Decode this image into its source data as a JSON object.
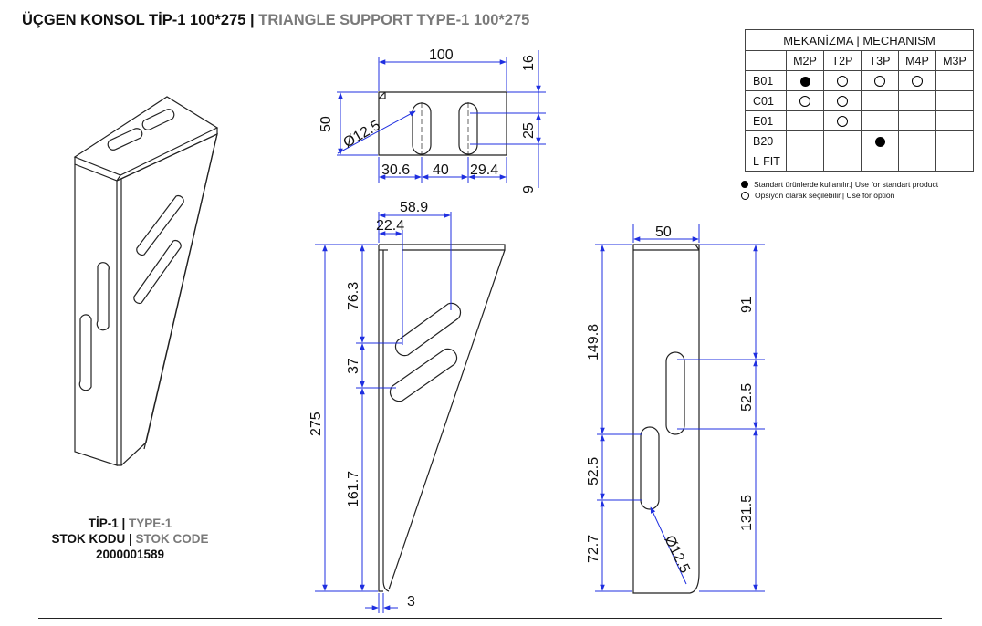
{
  "title": {
    "tr": "ÜÇGEN KONSOL TİP-1 100*275 |",
    "en": " TRIANGLE SUPPORT TYPE-1 100*275"
  },
  "caption": {
    "type_tr": "TİP-1 |",
    "type_en": " TYPE-1",
    "stock_tr": "STOK KODU |",
    "stock_en": " STOK CODE",
    "code": "2000001589"
  },
  "mechanism": {
    "header": "MEKANİZMA | MECHANISM",
    "columns": [
      "M2P",
      "T2P",
      "T3P",
      "M4P",
      "M3P"
    ],
    "rows": [
      {
        "name": "B01",
        "cells": [
          "filled",
          "open",
          "open",
          "open",
          ""
        ]
      },
      {
        "name": "C01",
        "cells": [
          "open",
          "open",
          "",
          "",
          ""
        ]
      },
      {
        "name": "E01",
        "cells": [
          "",
          "open",
          "",
          "",
          ""
        ]
      },
      {
        "name": "B20",
        "cells": [
          "",
          "",
          "filled",
          "",
          ""
        ]
      },
      {
        "name": "L-FIT",
        "cells": [
          "",
          "",
          "",
          "",
          ""
        ]
      }
    ]
  },
  "legend": {
    "standard": "Standart ürünlerde kullanılır.| Use for standart product",
    "option": "Opsiyon olarak seçilebilir.| Use for option"
  },
  "dimensions": {
    "top": {
      "width": "100",
      "flange": "16",
      "height": "50",
      "hole": "Ø12.5",
      "slot": "25",
      "bottom": "9",
      "x1": "30.6",
      "x2": "40",
      "x3": "29.4"
    },
    "side": {
      "d589": "58.9",
      "d224": "22.4",
      "d763": "76.3",
      "d37": "37",
      "d275": "275",
      "d1617": "161.7",
      "thick": "3"
    },
    "front": {
      "width": "50",
      "d1498": "149.8",
      "d91": "91",
      "d525a": "52.5",
      "d525b": "52.5",
      "d727": "72.7",
      "d1315": "131.5",
      "hole": "Ø12.5"
    }
  },
  "colors": {
    "dim": "#1f2fe0",
    "line": "#222222"
  }
}
